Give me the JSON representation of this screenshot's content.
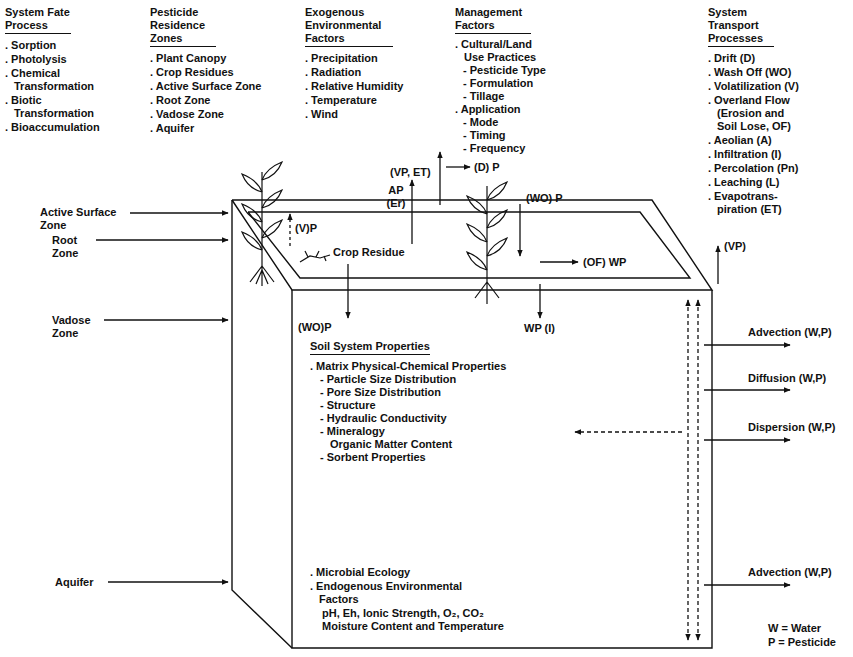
{
  "diagram": {
    "nodes": [
      {
        "text": [
          "Soil System Properties",
          ". Matrix Physical-Chemical Properties",
          "- Particle Size Distribution",
          "- Pore Size Distribution",
          "- Structure",
          "- Hydraulic Conductivity",
          "- Mineralogy",
          "Organic Matter Content",
          "- Sorbent Properties",
          ". Microbial Ecology",
          ". Endogenous Environmental Factors",
          "pH, Eh, Ionic Strength, O₂, CO₂",
          "Moisture Content and Temperature"
        ]
      }
    ],
    "labels": [
      "System Fate Process",
      ". Sorption",
      ". Photolysis",
      ". Chemical Transformation",
      ". Biotic Transformation",
      ". Bioaccumulation",
      "Pesticide Residence Zones",
      ". Plant Canopy",
      ". Crop Residues",
      ". Active Surface Zone",
      ". Root Zone",
      ". Vadose Zone",
      ". Aquifer",
      "Exogenous Environmental Factors",
      ". Precipitation",
      ". Radiation",
      ". Relative Humidity",
      ". Temperature",
      ". Wind",
      "Management Factors",
      ". Cultural/Land Use Practices",
      "- Pesticide Type",
      "- Formulation",
      "- Tillage",
      ". Application",
      "- Mode",
      "- Timing",
      "- Frequency",
      "System Transport Processes",
      ". Drift (D)",
      ". Wash Off (WO)",
      ". Volatilization (V)",
      ". Overland Flow (Erosion and Soil Lose, OF)",
      ". Aeolian (A)",
      ". Infiltration (I)",
      ". Percolation (Pn)",
      ". Leaching (L)",
      ". Evapotrans- piration (ET)",
      "Active Surface Zone",
      "Root Zone",
      "Vadose Zone",
      "Aquifer",
      "(V)P",
      "AP (Er)",
      "(VP, ET)",
      "(D) P",
      "(WO) P",
      "(VP)",
      "Crop Residue",
      "(OF) WP",
      "(WO)P",
      "WP (I)",
      "Advection (W,P)",
      "Diffusion (W,P)",
      "Dispersion (W,P)",
      "Advection (W,P)",
      "W = Water",
      "P = Pesticide"
    ]
  }
}
